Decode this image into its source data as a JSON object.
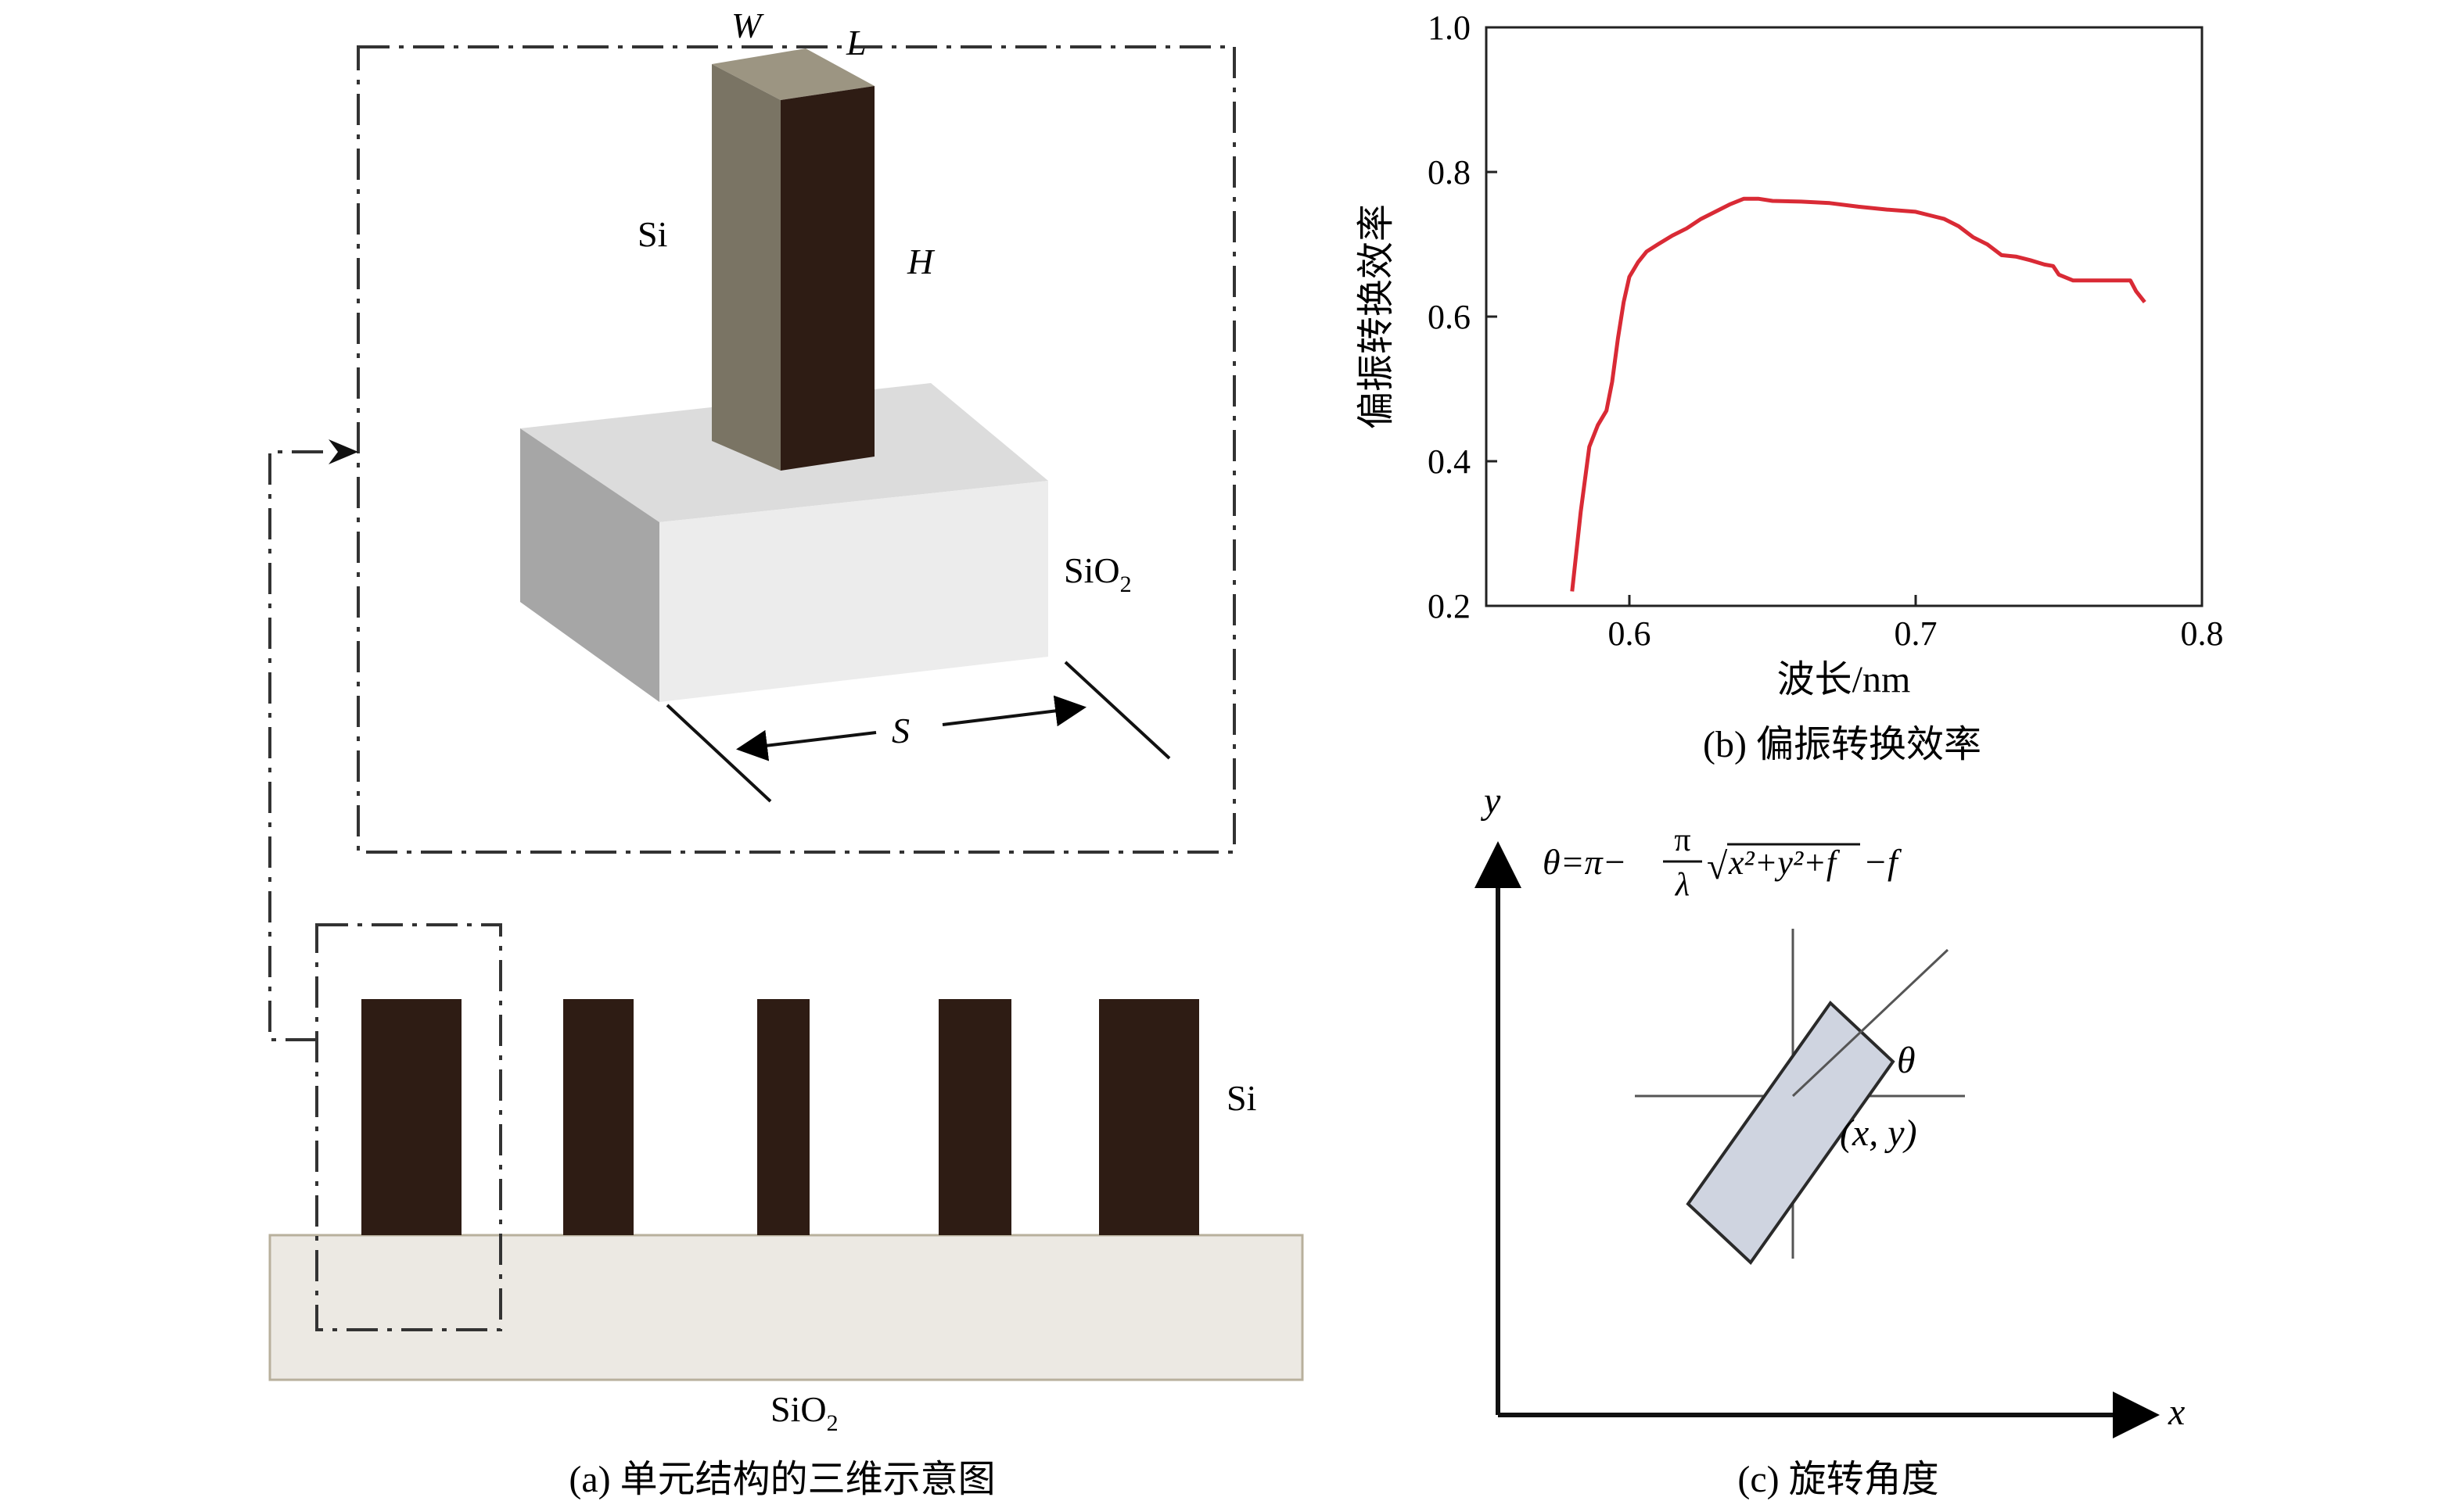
{
  "panel_a": {
    "caption": "(a) 单元结构的三维示意图",
    "labels": {
      "W": "W",
      "L": "L",
      "H": "H",
      "S": "S",
      "si_top": "Si",
      "sio2_top_main": "SiO",
      "sio2_top_sub": "2",
      "si_side": "Si",
      "sio2_bottom_main": "SiO",
      "sio2_bottom_sub": "2"
    },
    "colors": {
      "pillar_dark": "#2e1c14",
      "pillar_side": "#7a7464",
      "pillar_top": "#9c9582",
      "substrate_front": "#ececec",
      "substrate_top": "#dcdcdc",
      "substrate_side": "#a9a9a9",
      "substrate_2d": "#ece9e3"
    }
  },
  "panel_b": {
    "caption": "(b) 偏振转换效率",
    "chart_data": {
      "type": "line",
      "xlabel": "波长/nm",
      "ylabel": "偏振转换效率",
      "xlim": [
        0.55,
        0.8
      ],
      "ylim": [
        0.2,
        1.0
      ],
      "xticks": [
        "0.6",
        "0.7",
        "0.8"
      ],
      "yticks": [
        "0.2",
        "0.4",
        "0.6",
        "0.8",
        "1.0"
      ],
      "grid": false,
      "series": [
        {
          "color": "#d92a35",
          "x": [
            0.58,
            0.583,
            0.586,
            0.589,
            0.592,
            0.594,
            0.596,
            0.598,
            0.6,
            0.603,
            0.606,
            0.61,
            0.615,
            0.62,
            0.625,
            0.63,
            0.635,
            0.64,
            0.645,
            0.65,
            0.66,
            0.67,
            0.68,
            0.69,
            0.7,
            0.705,
            0.71,
            0.715,
            0.72,
            0.725,
            0.73,
            0.735,
            0.74,
            0.745,
            0.748,
            0.75,
            0.755,
            0.76,
            0.77,
            0.775,
            0.777,
            0.78
          ],
          "y": [
            0.22,
            0.33,
            0.42,
            0.45,
            0.47,
            0.51,
            0.57,
            0.62,
            0.655,
            0.675,
            0.69,
            0.7,
            0.712,
            0.722,
            0.735,
            0.745,
            0.755,
            0.763,
            0.763,
            0.76,
            0.759,
            0.757,
            0.752,
            0.748,
            0.745,
            0.74,
            0.735,
            0.725,
            0.71,
            0.7,
            0.685,
            0.683,
            0.678,
            0.672,
            0.67,
            0.658,
            0.65,
            0.65,
            0.65,
            0.65,
            0.635,
            0.62
          ]
        }
      ]
    }
  },
  "panel_c": {
    "caption": "(c) 旋转角度",
    "axis_x": "x",
    "axis_y": "y",
    "formula": {
      "lhs": "θ=π−",
      "frac_num": "π",
      "frac_den": "λ",
      "sqrt_sign": "√",
      "radicand": "x²+y²+f",
      "tail": "−f"
    },
    "theta_label": "θ",
    "point_label": "(x, y)",
    "colors": {
      "rect_fill": "#cfd4e0",
      "rect_stroke": "#2a2a2a"
    }
  }
}
